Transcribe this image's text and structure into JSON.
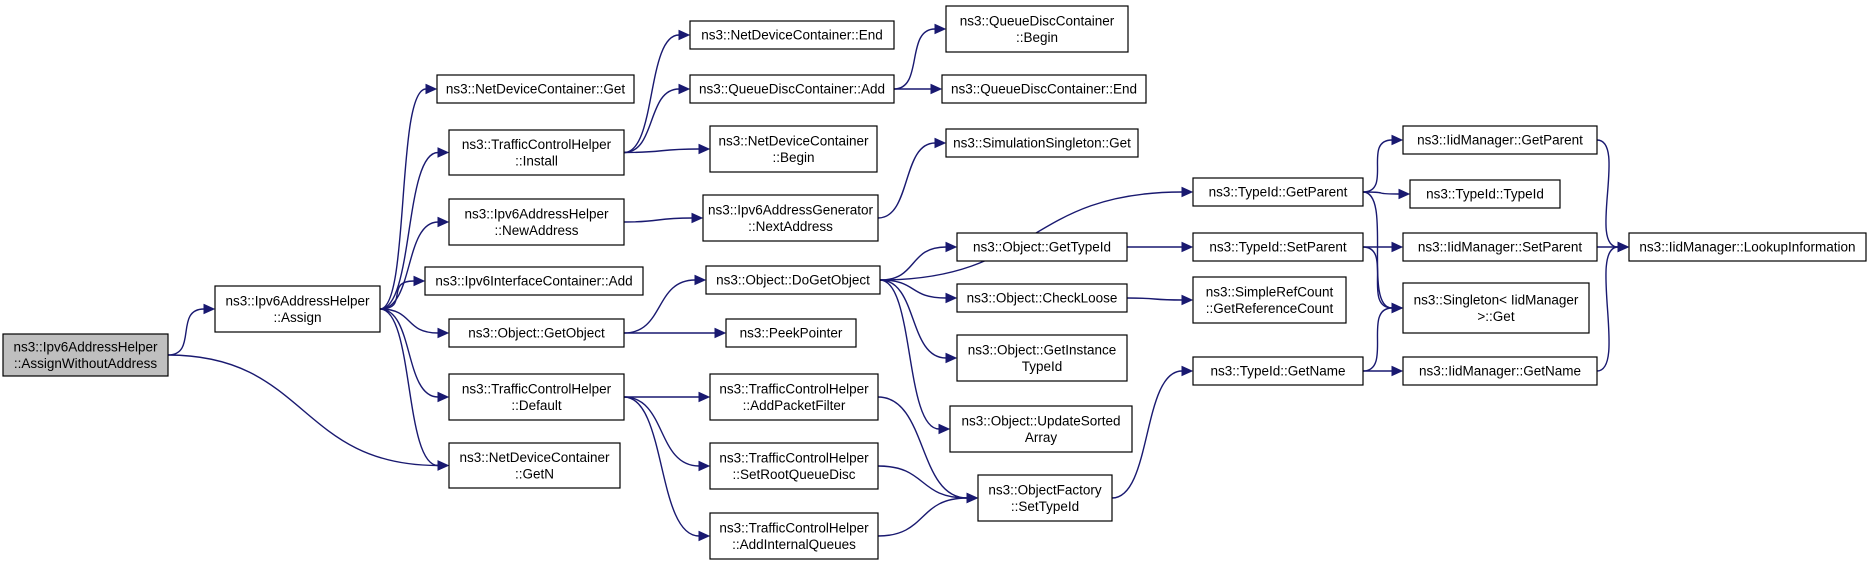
{
  "diagram": {
    "type": "call-graph",
    "colors": {
      "edge": "#191970",
      "root_fill": "#bfbfbf",
      "node_fill": "#ffffff",
      "node_border": "#000000"
    },
    "nodes": [
      {
        "id": "root",
        "lines": [
          "ns3::Ipv6AddressHelper",
          "::AssignWithoutAddress"
        ],
        "root": true
      },
      {
        "id": "assign",
        "lines": [
          "ns3::Ipv6AddressHelper",
          "::Assign"
        ]
      },
      {
        "id": "ndc_get",
        "lines": [
          "ns3::NetDeviceContainer::Get"
        ]
      },
      {
        "id": "tch_install",
        "lines": [
          "ns3::TrafficControlHelper",
          "::Install"
        ]
      },
      {
        "id": "ipv6h_newaddr",
        "lines": [
          "ns3::Ipv6AddressHelper",
          "::NewAddress"
        ]
      },
      {
        "id": "ipv6ic_add",
        "lines": [
          "ns3::Ipv6InterfaceContainer::Add"
        ]
      },
      {
        "id": "obj_getobject",
        "lines": [
          "ns3::Object::GetObject"
        ]
      },
      {
        "id": "tch_default",
        "lines": [
          "ns3::TrafficControlHelper",
          "::Default"
        ]
      },
      {
        "id": "ndc_getn",
        "lines": [
          "ns3::NetDeviceContainer",
          "::GetN"
        ]
      },
      {
        "id": "ndc_end",
        "lines": [
          "ns3::NetDeviceContainer::End"
        ]
      },
      {
        "id": "qdc_add",
        "lines": [
          "ns3::QueueDiscContainer::Add"
        ]
      },
      {
        "id": "ndc_begin",
        "lines": [
          "ns3::NetDeviceContainer",
          "::Begin"
        ]
      },
      {
        "id": "ipv6ag_next",
        "lines": [
          "ns3::Ipv6AddressGenerator",
          "::NextAddress"
        ]
      },
      {
        "id": "obj_dogetobject",
        "lines": [
          "ns3::Object::DoGetObject"
        ]
      },
      {
        "id": "peekpointer",
        "lines": [
          "ns3::PeekPointer"
        ]
      },
      {
        "id": "tch_addpacketfilter",
        "lines": [
          "ns3::TrafficControlHelper",
          "::AddPacketFilter"
        ]
      },
      {
        "id": "tch_setrootqd",
        "lines": [
          "ns3::TrafficControlHelper",
          "::SetRootQueueDisc"
        ]
      },
      {
        "id": "tch_addinternalq",
        "lines": [
          "ns3::TrafficControlHelper",
          "::AddInternalQueues"
        ]
      },
      {
        "id": "qdc_begin",
        "lines": [
          "ns3::QueueDiscContainer",
          "::Begin"
        ]
      },
      {
        "id": "qdc_end",
        "lines": [
          "ns3::QueueDiscContainer::End"
        ]
      },
      {
        "id": "simsingleton_get",
        "lines": [
          "ns3::SimulationSingleton::Get"
        ]
      },
      {
        "id": "obj_gettypeid",
        "lines": [
          "ns3::Object::GetTypeId"
        ]
      },
      {
        "id": "obj_checkloose",
        "lines": [
          "ns3::Object::CheckLoose"
        ]
      },
      {
        "id": "obj_getinstancetypeid",
        "lines": [
          "ns3::Object::GetInstance",
          "TypeId"
        ]
      },
      {
        "id": "obj_updatesortedarray",
        "lines": [
          "ns3::Object::UpdateSorted",
          "Array"
        ]
      },
      {
        "id": "objfactory_settypeid",
        "lines": [
          "ns3::ObjectFactory",
          "::SetTypeId"
        ]
      },
      {
        "id": "typeid_getparent",
        "lines": [
          "ns3::TypeId::GetParent"
        ]
      },
      {
        "id": "typeid_setparent",
        "lines": [
          "ns3::TypeId::SetParent"
        ]
      },
      {
        "id": "simplerefcount",
        "lines": [
          "ns3::SimpleRefCount",
          "::GetReferenceCount"
        ]
      },
      {
        "id": "typeid_getname",
        "lines": [
          "ns3::TypeId::GetName"
        ]
      },
      {
        "id": "iidm_getparent",
        "lines": [
          "ns3::IidManager::GetParent"
        ]
      },
      {
        "id": "typeid_typeid",
        "lines": [
          "ns3::TypeId::TypeId"
        ]
      },
      {
        "id": "iidm_setparent",
        "lines": [
          "ns3::IidManager::SetParent"
        ]
      },
      {
        "id": "singleton_get",
        "lines": [
          "ns3::Singleton< IidManager",
          ">::Get"
        ]
      },
      {
        "id": "iidm_getname",
        "lines": [
          "ns3::IidManager::GetName"
        ]
      },
      {
        "id": "iidm_lookup",
        "lines": [
          "ns3::IidManager::LookupInformation"
        ]
      }
    ],
    "edges": [
      [
        "root",
        "assign"
      ],
      [
        "root",
        "ndc_getn"
      ],
      [
        "assign",
        "ndc_get"
      ],
      [
        "assign",
        "tch_install"
      ],
      [
        "assign",
        "ipv6h_newaddr"
      ],
      [
        "assign",
        "ipv6ic_add"
      ],
      [
        "assign",
        "obj_getobject"
      ],
      [
        "assign",
        "tch_default"
      ],
      [
        "assign",
        "ndc_getn"
      ],
      [
        "tch_install",
        "ndc_end"
      ],
      [
        "tch_install",
        "qdc_add"
      ],
      [
        "tch_install",
        "ndc_begin"
      ],
      [
        "qdc_add",
        "qdc_begin"
      ],
      [
        "qdc_add",
        "qdc_end"
      ],
      [
        "ipv6h_newaddr",
        "ipv6ag_next"
      ],
      [
        "ipv6ag_next",
        "simsingleton_get"
      ],
      [
        "obj_getobject",
        "obj_dogetobject"
      ],
      [
        "obj_getobject",
        "peekpointer"
      ],
      [
        "tch_default",
        "tch_addpacketfilter"
      ],
      [
        "tch_default",
        "tch_setrootqd"
      ],
      [
        "tch_default",
        "tch_addinternalq"
      ],
      [
        "tch_addpacketfilter",
        "objfactory_settypeid"
      ],
      [
        "tch_setrootqd",
        "objfactory_settypeid"
      ],
      [
        "tch_addinternalq",
        "objfactory_settypeid"
      ],
      [
        "obj_dogetobject",
        "typeid_getparent"
      ],
      [
        "obj_dogetobject",
        "obj_gettypeid"
      ],
      [
        "obj_dogetobject",
        "obj_checkloose"
      ],
      [
        "obj_dogetobject",
        "obj_getinstancetypeid"
      ],
      [
        "obj_dogetobject",
        "obj_updatesortedarray"
      ],
      [
        "obj_gettypeid",
        "typeid_setparent"
      ],
      [
        "obj_checkloose",
        "simplerefcount"
      ],
      [
        "objfactory_settypeid",
        "typeid_getname"
      ],
      [
        "typeid_getparent",
        "iidm_getparent"
      ],
      [
        "typeid_getparent",
        "typeid_typeid"
      ],
      [
        "typeid_getparent",
        "singleton_get"
      ],
      [
        "typeid_setparent",
        "iidm_setparent"
      ],
      [
        "typeid_setparent",
        "singleton_get"
      ],
      [
        "typeid_getname",
        "singleton_get"
      ],
      [
        "typeid_getname",
        "iidm_getname"
      ],
      [
        "iidm_getparent",
        "iidm_lookup"
      ],
      [
        "iidm_setparent",
        "iidm_lookup"
      ],
      [
        "iidm_getname",
        "iidm_lookup"
      ]
    ]
  }
}
